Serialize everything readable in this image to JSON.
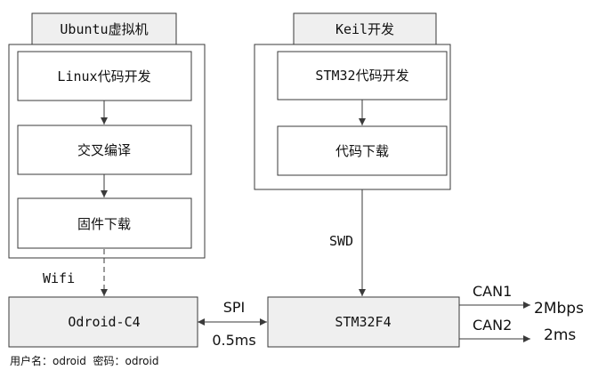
{
  "containers": {
    "ubuntu_title": "Ubuntu虚拟机",
    "keil_title": "Keil开发"
  },
  "ubuntu_steps": {
    "linux_dev": "Linux代码开发",
    "cross_compile": "交叉编译",
    "firmware_download": "固件下载"
  },
  "keil_steps": {
    "stm32_dev": "STM32代码开发",
    "code_download": "代码下载"
  },
  "nodes": {
    "odroid": "Odroid-C4",
    "stm32f4": "STM32F4"
  },
  "links": {
    "wifi": "Wifi",
    "swd": "SWD",
    "spi": "SPI",
    "spi_period": "0.5ms",
    "can1": "CAN1",
    "can1_rate": "2Mbps",
    "can2": "CAN2",
    "can2_period": "2ms"
  },
  "credentials": "用户名：odroid  密码：odroid",
  "colors": {
    "stroke": "#3a3a3a",
    "box_fill": "#ffffff",
    "node_fill": "#efefef",
    "title_fill": "#efefef",
    "text": "#111111"
  }
}
